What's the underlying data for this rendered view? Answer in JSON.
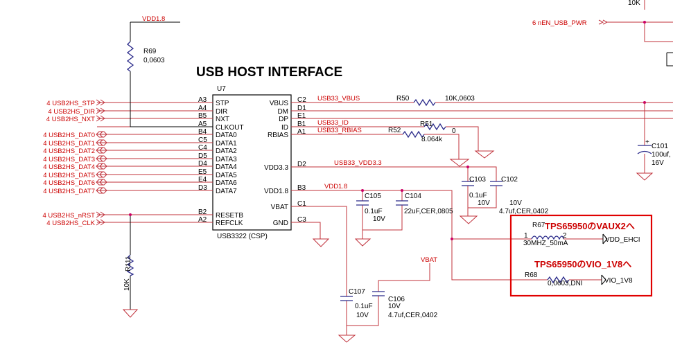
{
  "title": "USB HOST INTERFACE",
  "ic": {
    "ref": "U7",
    "part": "USB3322 (CSP)",
    "left_pins": [
      {
        "num": "A3",
        "name": "STP"
      },
      {
        "num": "A4",
        "name": "DIR"
      },
      {
        "num": "B5",
        "name": "NXT"
      },
      {
        "num": "A5",
        "name": "CLKOUT"
      },
      {
        "num": "B4",
        "name": "DATA0"
      },
      {
        "num": "C5",
        "name": "DATA1"
      },
      {
        "num": "C4",
        "name": "DATA2"
      },
      {
        "num": "D5",
        "name": "DATA3"
      },
      {
        "num": "D4",
        "name": "DATA4"
      },
      {
        "num": "E5",
        "name": "DATA5"
      },
      {
        "num": "E4",
        "name": "DATA6"
      },
      {
        "num": "D3",
        "name": "DATA7"
      },
      {
        "num": "B2",
        "name": "RESETB"
      },
      {
        "num": "A2",
        "name": "REFCLK"
      }
    ],
    "right_pins": [
      {
        "num": "C2",
        "name": "VBUS"
      },
      {
        "num": "D1",
        "name": "DM"
      },
      {
        "num": "E1",
        "name": "DP"
      },
      {
        "num": "B1",
        "name": "ID"
      },
      {
        "num": "A1",
        "name": "RBIAS"
      },
      {
        "num": "D2",
        "name": "VDD3.3"
      },
      {
        "num": "B3",
        "name": "VDD1.8"
      },
      {
        "num": "C1",
        "name": "VBAT"
      },
      {
        "num": "C3",
        "name": "GND"
      }
    ]
  },
  "ports_left": [
    "4 USB2HS_STP",
    "4 USB2HS_DIR",
    "4 USB2HS_NXT",
    "4 USB2HS_DAT0",
    "4 USB2HS_DAT1",
    "4 USB2HS_DAT2",
    "4 USB2HS_DAT3",
    "4 USB2HS_DAT4",
    "4 USB2HS_DAT5",
    "4 USB2HS_DAT6",
    "4 USB2HS_DAT7",
    "4 USB2HS_nRST",
    "4 USB2HS_CLK"
  ],
  "nets": {
    "vdd18_top": "VDD1.8",
    "vbus": "USB33_VBUS",
    "id": "USB33_ID",
    "rbias": "USB33_RBIAS",
    "vdd33": "USB33_VDD3.3",
    "vdd18": "VDD1.8",
    "vbat": "VBAT",
    "vdd_ehci": "VDD_EHCI",
    "vio": "VIO_1V8",
    "usb_pwr": "6 nEN_USB_PWR"
  },
  "components": {
    "r69": {
      "ref": "R69",
      "value": "0,0603"
    },
    "r50": {
      "ref": "R50",
      "value": "10K,0603"
    },
    "r51": {
      "ref": "R51",
      "value": "0"
    },
    "r52": {
      "ref": "R52",
      "value": "8.064k"
    },
    "r111": {
      "ref": "R111",
      "value": "10K"
    },
    "r67": {
      "ref": "R67",
      "pin1": "1",
      "pin2": "2",
      "value": "30MHZ_50mA"
    },
    "r68": {
      "ref": "R68",
      "value": "0,0603,DNI"
    },
    "c101": {
      "ref": "C101",
      "v1": "100uf,",
      "v2": "16V"
    },
    "c102": {
      "ref": "C102",
      "v1": "10V",
      "v2": "4.7uf,CER,0402"
    },
    "c103": {
      "ref": "C103",
      "v1": "0.1uF",
      "v2": "10V"
    },
    "c104": {
      "ref": "C104",
      "v1": "22uF,CER,0805"
    },
    "c105": {
      "ref": "C105",
      "v1": "0.1uF",
      "v2": "10V"
    },
    "c106": {
      "ref": "C106",
      "v1": "10V",
      "v2": "4.7uf,CER,0402"
    },
    "c107": {
      "ref": "C107",
      "v1": "0.1uF",
      "v2": "10V"
    },
    "top_res": "10K"
  },
  "annotations": {
    "vaux2": "TPS65950のVAUX2へ",
    "vio": "TPS65950のVIO_1V8へ"
  },
  "colors": {
    "wire": "#c0303a",
    "part": "#2a2a8a",
    "text_red": "#cc0000",
    "box": "#e00000"
  }
}
